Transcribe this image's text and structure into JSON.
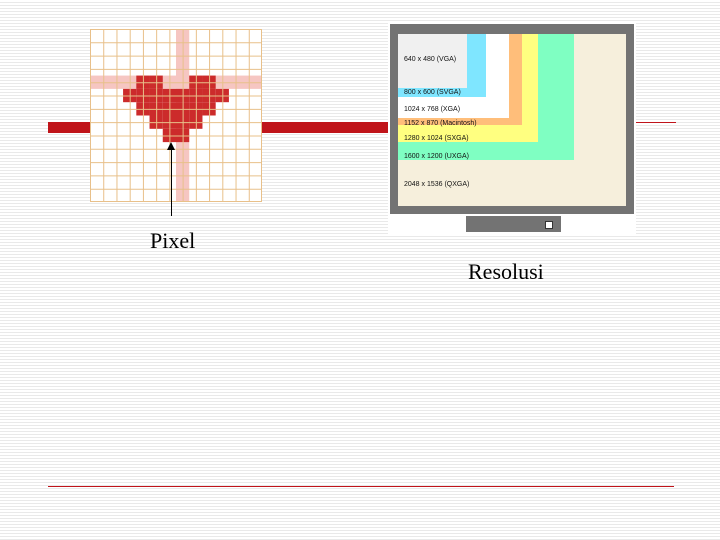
{
  "labels": {
    "pixel": "Pixel",
    "resolusi": "Resolusi"
  },
  "colors": {
    "rule": "#c0141a",
    "grid_line": "#e8c08a",
    "grid_highlight": "#f6c6c2",
    "heart": "#cc2b2b",
    "monitor_frame": "#737373"
  },
  "pixel_grid": {
    "columns": 13,
    "rows": 13,
    "highlight_row": 4,
    "highlight_col": 7,
    "heart_cells": [
      [
        4,
        4
      ],
      [
        4,
        5
      ],
      [
        4,
        8
      ],
      [
        4,
        9
      ],
      [
        5,
        3
      ],
      [
        5,
        4
      ],
      [
        5,
        5
      ],
      [
        5,
        6
      ],
      [
        5,
        7
      ],
      [
        5,
        8
      ],
      [
        5,
        9
      ],
      [
        5,
        10
      ],
      [
        6,
        4
      ],
      [
        6,
        5
      ],
      [
        6,
        6
      ],
      [
        6,
        7
      ],
      [
        6,
        8
      ],
      [
        6,
        9
      ],
      [
        7,
        5
      ],
      [
        7,
        6
      ],
      [
        7,
        7
      ],
      [
        7,
        8
      ],
      [
        8,
        6
      ],
      [
        8,
        7
      ]
    ]
  },
  "resolutions": [
    {
      "label": "2048 x 1536 (QXGA)",
      "color": "#f6efdc"
    },
    {
      "label": "1600 x 1200 (UXGA)",
      "color": "#7fffc2"
    },
    {
      "label": "1280 x 1024 (SXGA)",
      "color": "#ffff80"
    },
    {
      "label": "1152 x 870 (Macintosh)",
      "color": "#ffbe7a"
    },
    {
      "label": "1024 x 768 (XGA)",
      "color": "#ffffff"
    },
    {
      "label": "800 x 600 (SVGA)",
      "color": "#7fe6ff"
    },
    {
      "label": "640 x 480 (VGA)",
      "color": "#f0f0f0"
    }
  ]
}
